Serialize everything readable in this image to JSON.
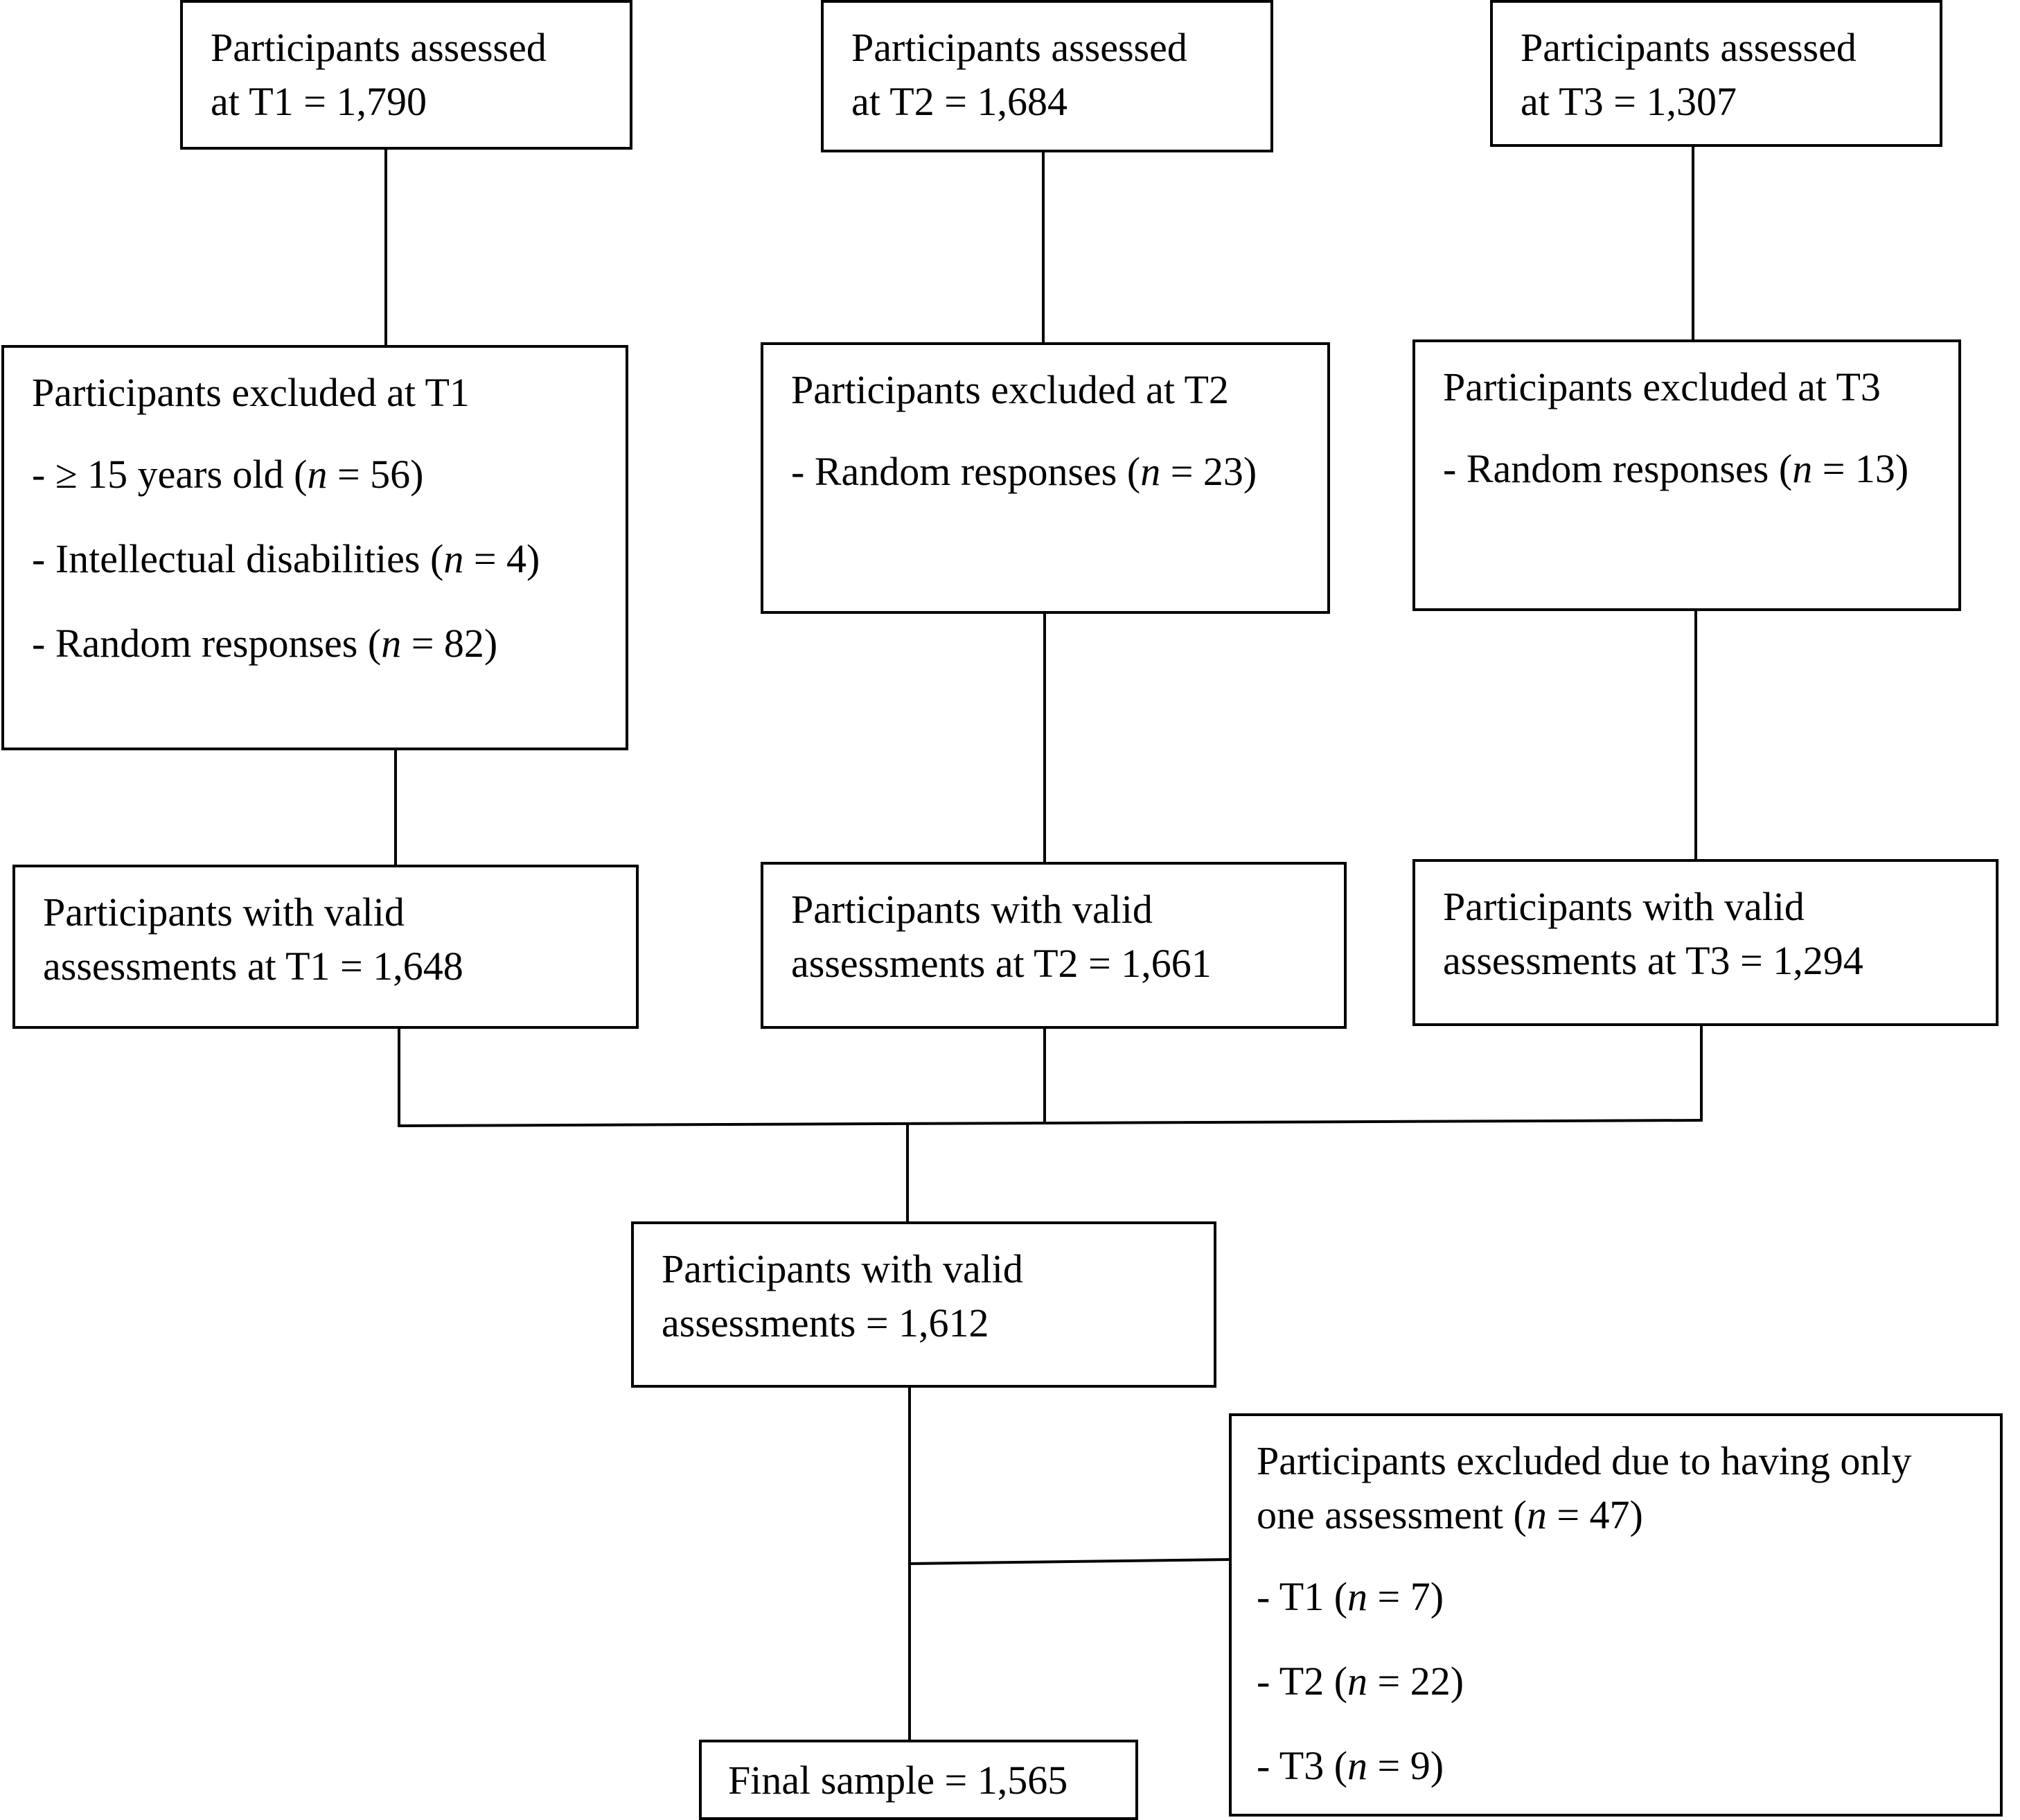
{
  "assessed": [
    {
      "line1": "Participants assessed",
      "line2": "at T1 = 1,790"
    },
    {
      "line1": "Participants assessed",
      "line2": "at T2 = 1,684"
    },
    {
      "line1": "Participants assessed",
      "line2": "at T3 = 1,307"
    }
  ],
  "excluded": [
    {
      "title": "Participants excluded at T1",
      "items": [
        {
          "pre": "- ≥ 15 years old (",
          "n": "n",
          "post": " = 56)"
        },
        {
          "pre": "- Intellectual disabilities (",
          "n": "n",
          "post": " = 4)"
        },
        {
          "pre": "- Random responses (",
          "n": "n",
          "post": " = 82)"
        }
      ]
    },
    {
      "title": "Participants excluded at T2",
      "items": [
        {
          "pre": "- Random responses (",
          "n": "n",
          "post": " = 23)"
        }
      ]
    },
    {
      "title": "Participants excluded at T3",
      "items": [
        {
          "pre": "- Random responses (",
          "n": "n",
          "post": " = 13)"
        }
      ]
    }
  ],
  "valid": [
    {
      "line1": "Participants with valid",
      "line2": "assessments at T1 = 1,648"
    },
    {
      "line1": "Participants with valid",
      "line2": "assessments at T2 = 1,661"
    },
    {
      "line1": "Participants with valid",
      "line2": "assessments at T3 = 1,294"
    }
  ],
  "combined": {
    "line1": "Participants with valid",
    "line2": "assessments = 1,612"
  },
  "one_assessment": {
    "line1": "Participants excluded due to having only",
    "line2_pre": "one assessment (",
    "line2_n": "n",
    "line2_post": " = 47)",
    "items": [
      {
        "pre": "- T1 (",
        "n": "n",
        "post": " = 7)"
      },
      {
        "pre": "- T2 (",
        "n": "n",
        "post": " = 22)"
      },
      {
        "pre": "- T3 (",
        "n": "n",
        "post": " = 9)"
      }
    ]
  },
  "final": {
    "label": "Final sample = 1,565"
  }
}
